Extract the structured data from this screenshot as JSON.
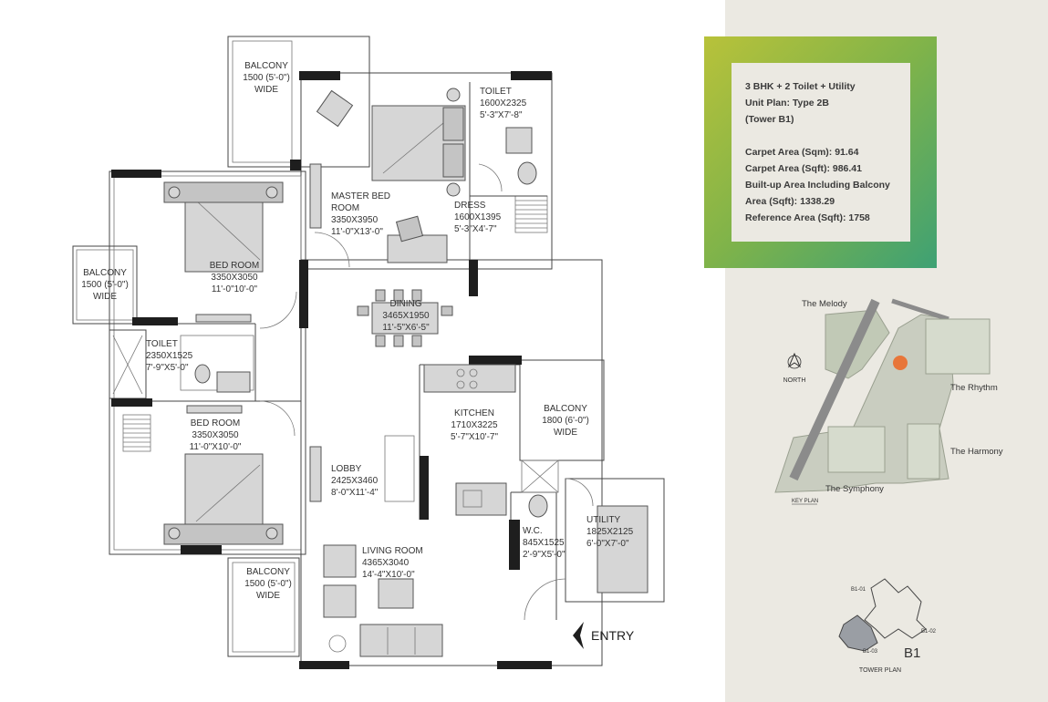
{
  "unit_info": {
    "line1": "3 BHK + 2 Toilet + Utility",
    "line2": "Unit Plan: Type 2B",
    "line3": "(Tower B1)",
    "carpet_sqm": "Carpet Area (Sqm): 91.64",
    "carpet_sqft": "Carpet Area (Sqft): 986.41",
    "builtup_label": "Built-up Area Including Balcony",
    "builtup_value": "Area (Sqft): 1338.29",
    "reference": "Reference Area (Sqft): 1758"
  },
  "rooms": {
    "balcony_top": [
      "BALCONY",
      "1500 (5'-0\")",
      "WIDE"
    ],
    "balcony_left": [
      "BALCONY",
      "1500 (5'-0\")",
      "WIDE"
    ],
    "balcony_bottom": [
      "BALCONY",
      "1500 (5'-0\")",
      "WIDE"
    ],
    "balcony_right": [
      "BALCONY",
      "1800 (6'-0\")",
      "WIDE"
    ],
    "toilet_top": [
      "TOILET",
      "1600X2325",
      "5'-3\"X7'-8\""
    ],
    "master_bed": [
      "MASTER BED",
      "ROOM",
      "3350X3950",
      "11'-0\"X13'-0\""
    ],
    "dress": [
      "DRESS",
      "1600X1395",
      "5'-3\"X4'-7\""
    ],
    "bed_room_1": [
      "BED ROOM",
      "3350X3050",
      "11'-0\"10'-0\""
    ],
    "dining": [
      "DINING",
      "3465X1950",
      "11'-5\"X6'-5\""
    ],
    "toilet_left": [
      "TOILET",
      "2350X1525",
      "7'-9\"X5'-0\""
    ],
    "kitchen": [
      "KITCHEN",
      "1710X3225",
      "5'-7\"X10'-7\""
    ],
    "bed_room_2": [
      "BED ROOM",
      "3350X3050",
      "11'-0\"X10'-0\""
    ],
    "lobby": [
      "LOBBY",
      "2425X3460",
      "8'-0\"X11'-4\""
    ],
    "wc": [
      "W.C.",
      "845X1525",
      "2'-9\"X5'-0\""
    ],
    "utility": [
      "UTILITY",
      "1825X2125",
      "6'-0\"X7'-0\""
    ],
    "living_room": [
      "LIVING ROOM",
      "4365X3040",
      "14'-4\"X10'-0\""
    ],
    "entry": "ENTRY"
  },
  "key_plan": {
    "the_melody": "The Melody",
    "north": "NORTH",
    "the_rhythm": "The Rhythm",
    "the_harmony": "The Harmony",
    "the_symphony": "The Symphony",
    "key_plan_label": "KEY PLAN"
  },
  "tower_plan": {
    "b1_01": "B1-01",
    "b1_02": "B1-02",
    "b1_03": "B1-03",
    "tower": "B1",
    "label": "TOWER PLAN"
  },
  "colors": {
    "gradient_start": "#b8c23a",
    "gradient_end": "#3ea174",
    "side_panel": "#ebe9e2",
    "highlight": "#e8763a"
  }
}
